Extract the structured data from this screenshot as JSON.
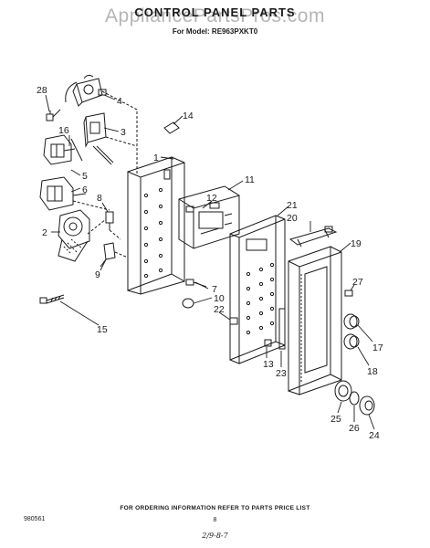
{
  "header": {
    "title": "CONTROL PANEL PARTS",
    "model_line": "For Model: RE963PXKT0",
    "watermark": "AppliancePartsPros.com"
  },
  "callouts": [
    "28",
    "4",
    "3",
    "16",
    "1",
    "5",
    "6",
    "8",
    "2",
    "9",
    "14",
    "11",
    "12",
    "21",
    "20",
    "19",
    "7",
    "10",
    "22",
    "15",
    "27",
    "17",
    "13",
    "23",
    "18",
    "25",
    "26",
    "24"
  ],
  "footer": {
    "note": "FOR ORDERING INFORMATION REFER TO PARTS PRICE LIST",
    "doc_number": "980561",
    "page_number": "8",
    "handwritten": "2/9-8-7"
  }
}
